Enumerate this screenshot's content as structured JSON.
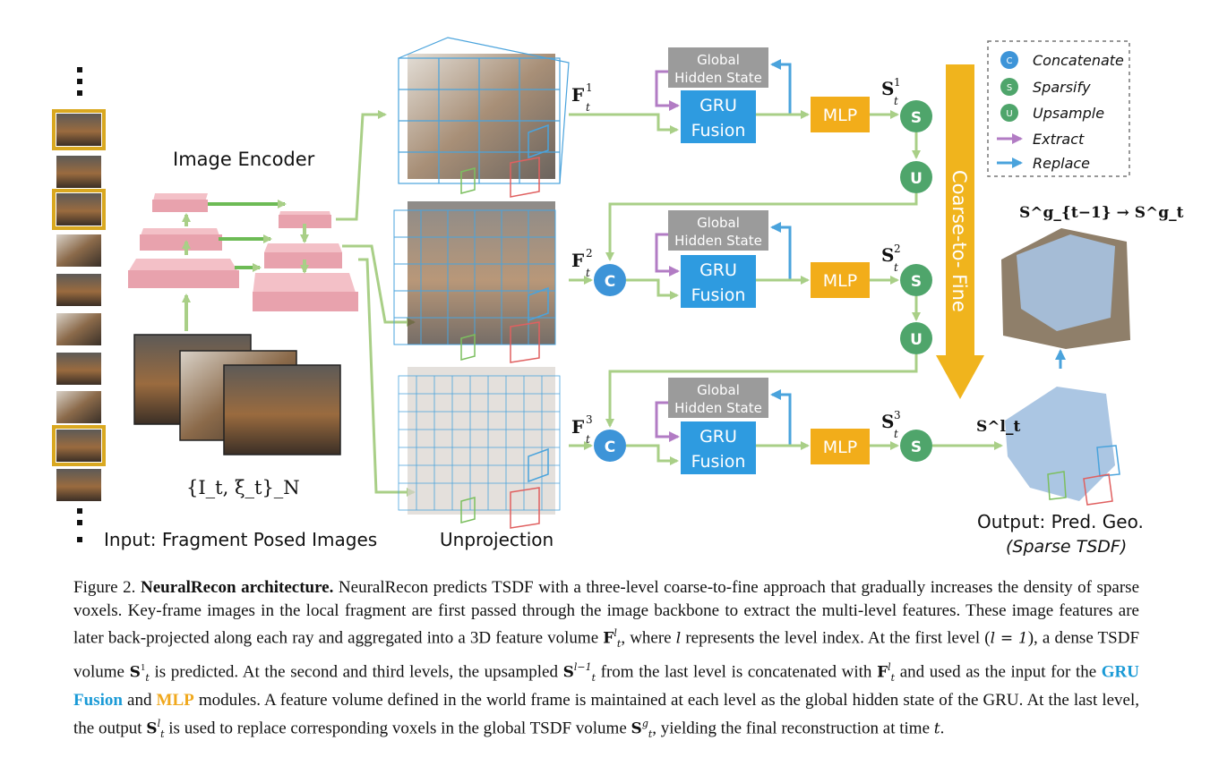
{
  "figure": {
    "input_label": "Input: Fragment Posed Images",
    "encoder_label": "Image Encoder",
    "input_math": "{I_t, ξ_t}_N",
    "unprojection_label": "Unprojection",
    "output_label": "Output: Pred. Geo.",
    "output_sublabel": "(Sparse TSDF)",
    "coarse_to_fine": "Coarse-to- Fine",
    "global_hidden_state": [
      "Global",
      "Hidden State"
    ],
    "gru_fusion": [
      "GRU",
      "Fusion"
    ],
    "mlp": "MLP",
    "features": [
      "F",
      "F",
      "F"
    ],
    "feature_sup": [
      "1",
      "2",
      "3"
    ],
    "tsdf_sup": [
      "1",
      "2",
      "3"
    ],
    "sub_t": "t",
    "s_letter": "S",
    "global_update": "S^g_{t−1} → S^g_t",
    "s_l": "S^l_t",
    "node_letters": {
      "concatenate": "C",
      "sparsify": "S",
      "upsample": "U"
    },
    "legend": {
      "concatenate": "Concatenate",
      "sparsify": "Sparsify",
      "upsample": "Upsample",
      "extract": "Extract",
      "replace": "Replace"
    },
    "colors": {
      "node_green": "#4fa56b",
      "node_blue": "#3d94d8",
      "gru_blue": "#2e9be0",
      "mlp_orange": "#f2ad1a",
      "hidden_gray": "#9b9b9b",
      "arrow_green": "#a9cf87",
      "extract_purple": "#b27cc4",
      "replace_blue": "#4aa3dc",
      "encoder_pink": "#e8a2ad",
      "frame_gold": "#d9a820"
    }
  },
  "caption": {
    "fig_label": "Figure 2.",
    "title": "NeuralRecon architecture.",
    "part1": "NeuralRecon predicts TSDF with a three-level coarse-to-fine approach that gradually increases the density of sparse voxels. Key-frame images in the local fragment are first passed through the image backbone to extract the multi-level features. These image features are later back-projected along each ray and aggregated into a 3D feature volume ",
    "m_Flt": "F",
    "part2": ", where ",
    "m_l": "l",
    "part3": " represents the level index. At the first level (",
    "m_l1": "l = 1",
    "part4": "), a dense TSDF volume ",
    "m_S1t": "S",
    "part5": " is predicted. At the second and third levels, the upsampled ",
    "m_Sl1": "S",
    "part6": " from the last level is concatenated with ",
    "m_Fl": "F",
    "part7": " and used as the input for the ",
    "gru": "GRU Fusion",
    "and": " and ",
    "mlp": "MLP",
    "part8": " modules. A feature volume defined in the world frame is maintained at each level as the global hidden state of the GRU. At the last level, the output ",
    "m_Slt": "S",
    "part9": " is used to replace corresponding voxels in the global TSDF volume ",
    "m_Sg": "S",
    "part10": ", yielding the final reconstruction at time ",
    "m_t": "t",
    "part11": "."
  }
}
